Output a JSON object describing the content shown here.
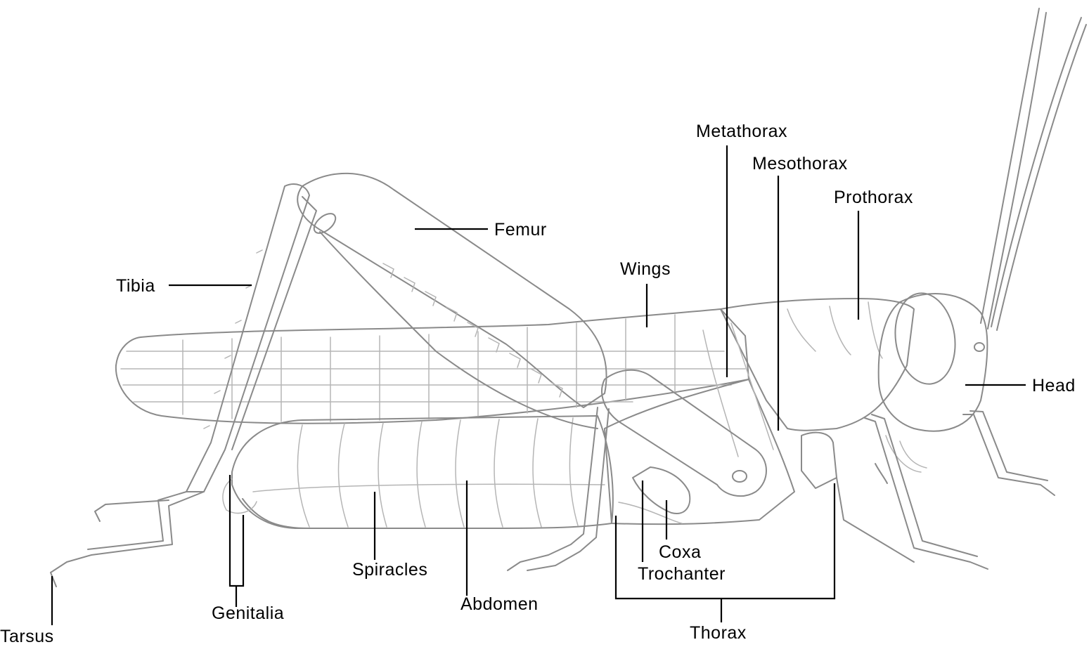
{
  "labels": {
    "metathorax": "Metathorax",
    "mesothorax": "Mesothorax",
    "prothorax": "Prothorax",
    "femur": "Femur",
    "wings": "Wings",
    "tibia": "Tibia",
    "head": "Head",
    "coxa": "Coxa",
    "trochanter": "Trochanter",
    "spiracles": "Spiracles",
    "abdomen": "Abdomen",
    "genitalia": "Genitalia",
    "tarsus": "Tarsus",
    "thorax": "Thorax"
  },
  "colors": {
    "outline": "#8a8a8a",
    "detail": "#b5b5b5",
    "leader": "#000000",
    "background": "#ffffff"
  }
}
